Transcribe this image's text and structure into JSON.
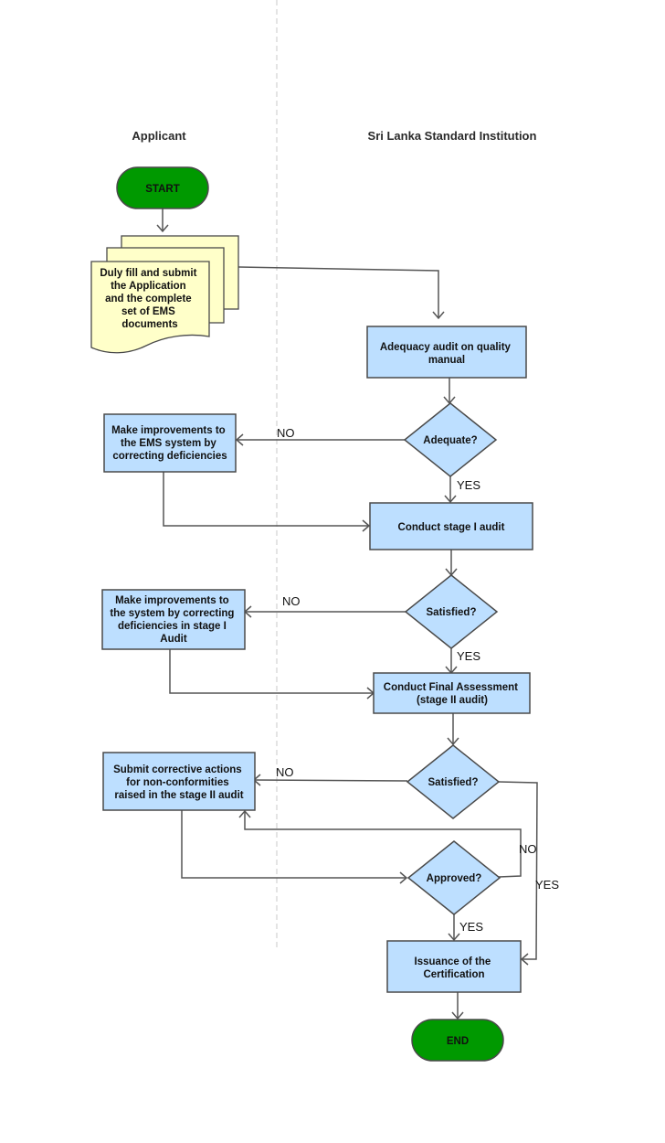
{
  "lanes": {
    "applicant": "Applicant",
    "institution": "Sri Lanka Standard Institution"
  },
  "nodes": {
    "start": "START",
    "submit_docs": [
      "Duly fill and submit",
      "the Application",
      "and the complete",
      "set of EMS",
      "documents"
    ],
    "adequacy_audit": [
      "Adequacy audit on quality",
      "manual"
    ],
    "adequate": "Adequate?",
    "improve_ems": [
      "Make improvements to",
      "the EMS system by",
      "correcting deficiencies"
    ],
    "stage1": "Conduct stage I audit",
    "satisfied1": "Satisfied?",
    "improve_stage1": [
      "Make improvements to",
      "the system by correcting",
      "deficiencies in stage I",
      "Audit"
    ],
    "final_assessment": [
      "Conduct Final Assessment",
      "(stage II audit)"
    ],
    "satisfied2": "Satisfied?",
    "corrective": [
      "Submit corrective actions",
      "for non-conformities",
      "raised in the stage II audit"
    ],
    "approved": "Approved?",
    "issuance": [
      "Issuance of the",
      "Certification"
    ],
    "end": "END"
  },
  "edge_labels": {
    "adequate_no": "NO",
    "adequate_yes": "YES",
    "satisfied1_no": "NO",
    "satisfied1_yes": "YES",
    "satisfied2_no": "NO",
    "satisfied2_yes": "YES",
    "approved_no": "NO",
    "approved_yes": "YES"
  },
  "colors": {
    "process_fill": "#bddfff",
    "document_fill": "#ffffc9",
    "terminal_fill": "#009900",
    "stroke": "#4a4a4a"
  }
}
